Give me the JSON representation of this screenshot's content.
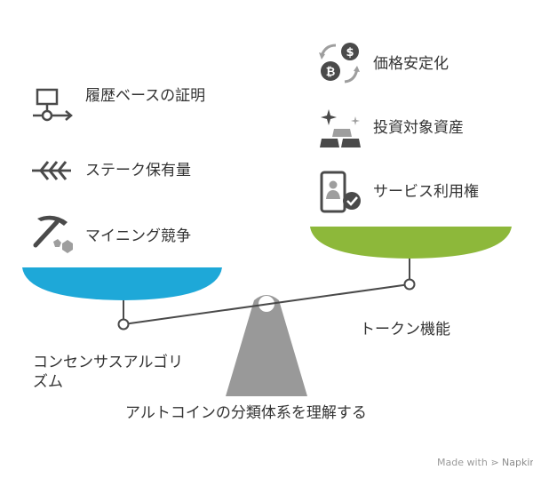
{
  "title": "アルトコインの分類体系を理解する",
  "left_group": {
    "label": "コンセンサスアルゴリズム",
    "items": [
      {
        "icon": "flowchart-icon",
        "label": "履歴ベースの証明"
      },
      {
        "icon": "arrow-fletching-icon",
        "label": "ステーク保有量"
      },
      {
        "icon": "pickaxe-icon",
        "label": "マイニング競争"
      }
    ],
    "pan_color": "#1ea8d8"
  },
  "right_group": {
    "label": "トークン機能",
    "items": [
      {
        "icon": "price-cycle-icon",
        "label": "価格安定化"
      },
      {
        "icon": "gold-bars-icon",
        "label": "投資対象資産"
      },
      {
        "icon": "verified-id-icon",
        "label": "サービス利用権"
      }
    ],
    "pan_color": "#8db83a"
  },
  "fulcrum_color": "#999999",
  "watermark": {
    "prefix": "Made with",
    "brand": "Napkin"
  }
}
